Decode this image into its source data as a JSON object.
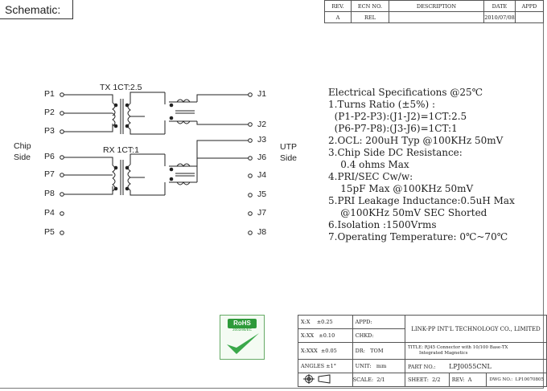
{
  "header": {
    "schematic_label": "Schematic:"
  },
  "revision_table": {
    "headers": [
      "REV.",
      "ECN NO.",
      "DESCRIPTION",
      "DATE",
      "APPD"
    ],
    "row": [
      "A",
      "REL",
      "",
      "2010/07/08",
      ""
    ]
  },
  "schematic": {
    "tx_label": "TX  1CT:2.5",
    "rx_label": "RX  1CT:1",
    "chip_side": [
      "Chip",
      "Side"
    ],
    "utp_side": [
      "UTP",
      "Side"
    ],
    "left_pins": [
      "P1",
      "P2",
      "P3",
      "P6",
      "P7",
      "P8",
      "P4",
      "P5"
    ],
    "right_pins": [
      "J1",
      "J2",
      "J3",
      "J6",
      "J4",
      "J5",
      "J7",
      "J8"
    ]
  },
  "specs": [
    "Electrical Specifications @25℃",
    "1.Turns Ratio (±5%) :",
    "  (P1-P2-P3):(J1-J2)=1CT:2.5",
    "  (P6-P7-P8):(J3-J6)=1CT:1",
    "2.OCL: 200uH Typ @100KHz 50mV",
    "3.Chip Side DC Resistance:",
    "    0.4 ohms Max",
    "4.PRI/SEC Cw/w:",
    "    15pF Max @100KHz 50mV",
    "5.PRI Leakage Inductance:0.5uH Max",
    "    @100KHz 50mV SEC Shorted",
    "6.Isolation :1500Vrms",
    "7.Operating Temperature: 0℃~70℃"
  ],
  "rohs": {
    "label": "RoHS",
    "sub": "2002/95/EC"
  },
  "title_block": {
    "tol_x": "X:X",
    "tol_x_val": "±0.25",
    "tol_xx": "X:XX",
    "tol_xx_val": "±0.10",
    "tol_xxx": "X:XXX",
    "tol_xxx_val": "±0.05",
    "angles": "ANGLES ±1°",
    "appd": "APPD:",
    "chkd": "CHKD:",
    "dr": "DR:",
    "dr_val": "TOM",
    "unit": "UNIT:",
    "unit_val": "mm",
    "company": "LINK-PP INT'L TECHNOLOGY CO., LIMITED",
    "title_label": "TITLE:",
    "title_val": "RJ45 Connector with 10/100 Base-TX",
    "title_val2": "Integrated Magnetics",
    "part_no_label": "PART NO.:",
    "part_no": "LPJ0055CNL",
    "scale_label": "SCALE:",
    "scale": "2/1",
    "sheet_label": "SHEET:",
    "sheet": "2/2",
    "rev_label": "REV:",
    "rev": "A",
    "dwg_label": "DWG NO.:",
    "dwg": "LP10070805"
  }
}
